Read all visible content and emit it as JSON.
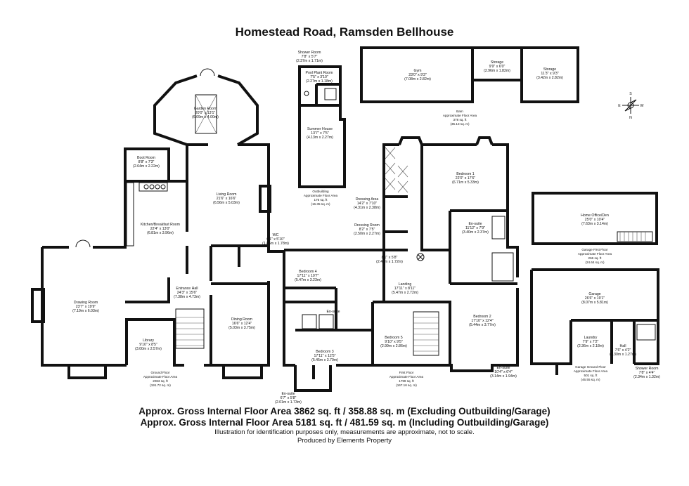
{
  "title": "Homestead Road, Ramsden Bellhouse",
  "rooms": {
    "drawing": {
      "name": "Drawing Room",
      "imp": "23'7\" x 19'9\"",
      "met": "(7.19m x 6.03m)"
    },
    "library": {
      "name": "Library",
      "imp": "9'10\" x 8'5\"",
      "met": "(3.00m x 2.57m)"
    },
    "kitchen": {
      "name": "Kitchen/Breakfast Room",
      "imp": "22'4\" x 13'0\"",
      "met": "(6.81m x 3.96m)"
    },
    "boot": {
      "name": "Boot Room",
      "imp": "8'8\" x 7'3\"",
      "met": "(2.64m x 2.22m)"
    },
    "garden": {
      "name": "Garden Room",
      "imp": "20'0\" x 13'1\"",
      "met": "(6.09m x 4.00m)"
    },
    "living": {
      "name": "Living Room",
      "imp": "21'6\" x 16'6\"",
      "met": "(6.56m x 5.03m)"
    },
    "wc": {
      "name": "WC",
      "imp": "6'1\" x 5'10\"",
      "met": "(1.86m x 1.78m)"
    },
    "entrance": {
      "name": "Entrance Hall",
      "imp": "24'3\" x 15'6\"",
      "met": "(7.38m x 4.73m)"
    },
    "dining": {
      "name": "Dining Room",
      "imp": "16'6\" x 12'4\"",
      "met": "(5.03m x 3.75m)"
    },
    "bed4": {
      "name": "Bedroom 4",
      "imp": "17'11\" x 10'7\"",
      "met": "(5.47m x 3.23m)"
    },
    "ens_b4": {
      "name": "En-suite"
    },
    "bed3": {
      "name": "Bedroom 3",
      "imp": "17'11\" x 12'5\"",
      "met": "(5.45m x 3.79m)"
    },
    "ens_b3": {
      "name": "En-suite",
      "imp": "6'7\" x 5'8\"",
      "met": "(2.01m x 1.73m)"
    },
    "landing_small": {
      "imp": "8'1\" x 5'8\"",
      "met": "(2.46m x 1.72m)"
    },
    "landing": {
      "name": "Landing",
      "imp": "17'11\" x 8'11\"",
      "met": "(5.47m x 2.72m)"
    },
    "bed5": {
      "name": "Bedroom 5",
      "imp": "9'10\" x 9'5\"",
      "met": "(2.99m x 2.86m)"
    },
    "bed2": {
      "name": "Bedroom 2",
      "imp": "17'10\" x 12'4\"",
      "met": "(5.44m x 3.77m)"
    },
    "ens_b2": {
      "name": "En-suite",
      "imp": "10'4\" x 6'4\"",
      "met": "(3.14m x 1.94m)"
    },
    "bed1": {
      "name": "Bedroom 1",
      "imp": "22'0\" x 17'6\"",
      "met": "(6.71m x 5.33m)"
    },
    "dress_area": {
      "name": "Dressing Area",
      "imp": "14'2\" x 7'10\"",
      "met": "(4.31m x 2.38m)"
    },
    "dress_room": {
      "name": "Dressing Room",
      "imp": "8'2\" x 7'5\"",
      "met": "(2.50m x 2.27m)"
    },
    "ens_b1": {
      "name": "En-suite",
      "imp": "11'12\" x 7'9\"",
      "met": "(3.40m x 2.37m)"
    },
    "shower_out": {
      "name": "Shower Room",
      "imp": "7'8\" x 5'7\"",
      "met": "(2.37m x 1.71m)"
    },
    "pool": {
      "name": "Pool Plant Room",
      "imp": "7'5\" x 3'10\"",
      "met": "(2.27m x 1.18m)"
    },
    "summer": {
      "name": "Summer House",
      "imp": "13'7\" x 7'5\"",
      "met": "(4.13m x 2.27m)"
    },
    "gym": {
      "name": "Gym",
      "imp": "23'0\" x 9'3\"",
      "met": "(7.08m x 2.82m)"
    },
    "storage1": {
      "name": "Storage",
      "imp": "9'9\" x 6'0\"",
      "met": "(2.96m x 1.82m)"
    },
    "storage2": {
      "name": "Storage",
      "imp": "11'3\" x 9'3\"",
      "met": "(3.42m x 2.82m)"
    },
    "office": {
      "name": "Home Office/Den",
      "imp": "25'0\" x 10'4\"",
      "met": "(7.63m x 3.14m)"
    },
    "garage": {
      "name": "Garage",
      "imp": "26'6\" x 19'1\"",
      "met": "(8.07m x 5.81m)"
    },
    "laundry": {
      "name": "Laundry",
      "imp": "7'9\" x 7'2\"",
      "met": "(2.36m x 2.18m)"
    },
    "hall": {
      "name": "Hall",
      "imp": "7'6\" x 4'2\"",
      "met": "(2.30m x 1.27m)"
    },
    "shower_gar": {
      "name": "Shower Room",
      "imp": "7'8\" x 4'4\"",
      "met": "(2.34m x 1.32m)"
    }
  },
  "floors": {
    "ground": {
      "l1": "Ground Floor",
      "l2": "Approximate Floor Area",
      "l3": "2063 sq. ft",
      "l4": "(191.72 sq. m)"
    },
    "first": {
      "l1": "First Floor",
      "l2": "Approximate Floor Area",
      "l3": "1799 sq. ft",
      "l4": "(167.16 sq. m)"
    },
    "outbuilding": {
      "l1": "Outbuilding",
      "l2": "Approximate Floor Area",
      "l3": "176 sq. ft",
      "l4": "(16.35 sq. m)"
    },
    "barn": {
      "l1": "Barn",
      "l2": "Approximate Floor Area",
      "l3": "378 sq. ft",
      "l4": "(35.13 sq. m)"
    },
    "garage_first": {
      "l1": "Garage First Floor",
      "l2": "Approximate Floor Area",
      "l3": "266 sq. ft",
      "l4": "(24.64 sq. m)"
    },
    "garage_ground": {
      "l1": "Garage Ground Floor",
      "l2": "Approximate Floor Area",
      "l3": "501 sq. ft",
      "l4": "(46.55 sq. m)"
    }
  },
  "compass": {
    "n": "N",
    "s": "S",
    "e": "E",
    "w": "W"
  },
  "summary": {
    "line1": "Approx. Gross Internal Floor Area 3862 sq. ft / 358.88 sq. m (Excluding Outbuilding/Garage)",
    "line2": "Approx. Gross Internal Floor Area 5181 sq. ft / 481.59 sq. m (Including Outbuilding/Garage)",
    "disclaimer": "Illustration for identification purposes only, measurements are approximate, not to scale.",
    "credit": "Produced by Elements Property"
  }
}
